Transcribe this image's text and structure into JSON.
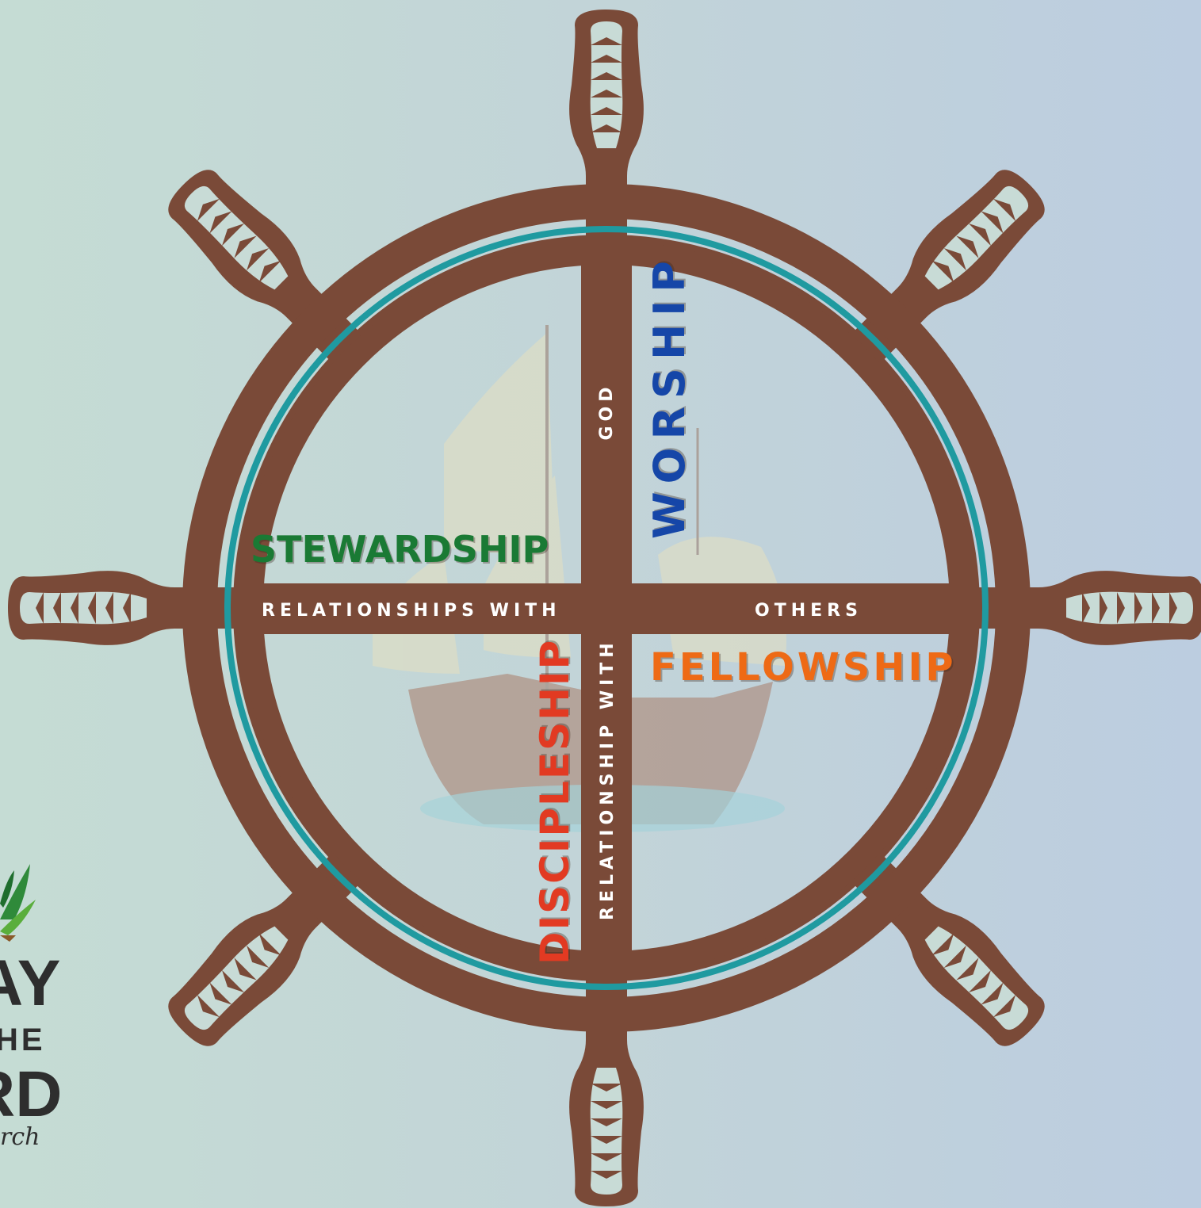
{
  "wheel": {
    "colors": {
      "wood": "#7a4a38",
      "teal_ring": "#1f9aa0",
      "handle_mark": "#ffffff"
    }
  },
  "labels": {
    "horizontal_left": "RELATIONSHIPS WITH",
    "horizontal_right": "OTHERS",
    "vertical_top": "GOD",
    "vertical_bottom": "RELATIONSHIP WITH"
  },
  "quadrants": {
    "stewardship": {
      "text": "STEWARDSHIP",
      "color": "#1a7a34"
    },
    "worship": {
      "text": "WORSHIP",
      "color": "#1546a8"
    },
    "fellowship": {
      "text": "FELLOWSHIP",
      "color": "#ee6a15"
    },
    "discipleship": {
      "text": "DISCIPLESHIP",
      "color": "#e23a22"
    }
  },
  "logo": {
    "line1": "AY",
    "line2": "HE",
    "line3": "RD",
    "script": "rch"
  }
}
